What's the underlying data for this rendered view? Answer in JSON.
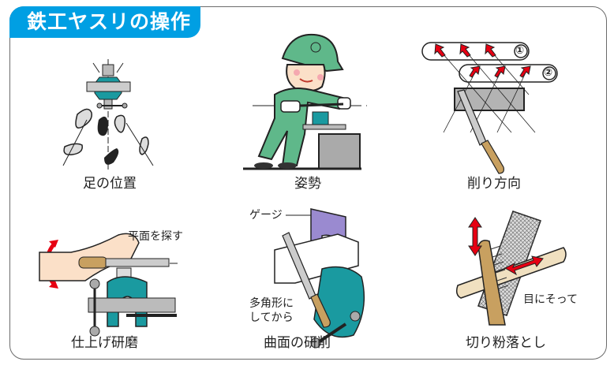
{
  "header": {
    "title": "鉄工ヤスリの操作"
  },
  "colors": {
    "accent": "#009fe3",
    "teal": "#1a9aa0",
    "green": "#5fb88a",
    "red": "#e60012",
    "gray": "#b3b3b3",
    "wood": "#c8a060"
  },
  "panels": [
    {
      "id": "foot-position",
      "label": "足の位置",
      "icon": "foot-position-diagram"
    },
    {
      "id": "posture",
      "label": "姿勢",
      "icon": "worker-filing-illustration"
    },
    {
      "id": "cutting-direction",
      "label": "削り方向",
      "icon": "cutting-direction-diagram",
      "markers": [
        "①",
        "②"
      ]
    },
    {
      "id": "finish-polishing",
      "label": "仕上げ研磨",
      "icon": "finish-polishing-illustration",
      "note": "平面を探す"
    },
    {
      "id": "curved-surface",
      "label": "曲面の研削",
      "icon": "curved-surface-illustration",
      "notes": {
        "gauge": "ゲージ",
        "polygon_line1": "多角形に",
        "polygon_line2": "してから"
      }
    },
    {
      "id": "chip-removal",
      "label": "切り粉落とし",
      "icon": "wire-brush-illustration",
      "note": "目にそって"
    }
  ]
}
